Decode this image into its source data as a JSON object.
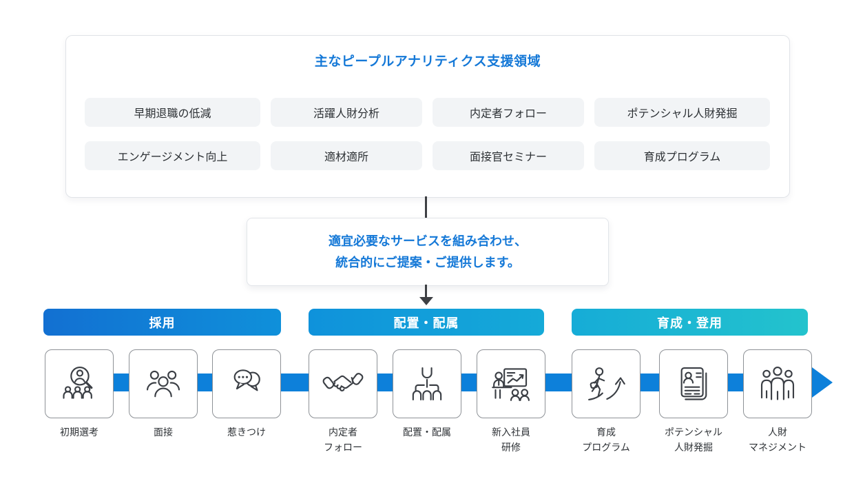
{
  "top_card": {
    "title": "主なピープルアナリティクス支援領域",
    "pills_row1": [
      "早期退職の低減",
      "活躍人財分析",
      "内定者フォロー",
      "ポテンシャル人財発掘"
    ],
    "pills_row2": [
      "エンゲージメント向上",
      "適材適所",
      "面接官セミナー",
      "育成プログラム"
    ]
  },
  "proposal_box": {
    "text": "適宜必要なサービスを組み合わせ、\n統合的にご提案・ご提供します。"
  },
  "phases": [
    {
      "label": "採用",
      "color_from": "#1270d2",
      "color_to": "#0f90da"
    },
    {
      "label": "配置・配属",
      "color_from": "#0f92db",
      "color_to": "#15aad8"
    },
    {
      "label": "育成・登用",
      "color_from": "#16acd7",
      "color_to": "#23c3cd"
    }
  ],
  "timeline": {
    "arrow_color": "#0d80da",
    "steps": [
      {
        "label": "初期選考",
        "icon": "candidate-screening-icon"
      },
      {
        "label": "面接",
        "icon": "interview-icon"
      },
      {
        "label": "惹きつけ",
        "icon": "speech-bubbles-icon"
      },
      {
        "label": "内定者\nフォロー",
        "icon": "handshake-icon"
      },
      {
        "label": "配置・配属",
        "icon": "org-chart-icon"
      },
      {
        "label": "新入社員\n研修",
        "icon": "training-presentation-icon"
      },
      {
        "label": "育成\nプログラム",
        "icon": "growth-path-icon"
      },
      {
        "label": "ポテンシャル\n人財発掘",
        "icon": "resume-discovery-icon"
      },
      {
        "label": "人財\nマネジメント",
        "icon": "people-management-icon"
      }
    ]
  },
  "colors": {
    "accent_blue": "#1478d7",
    "connector_dark": "#3e4044",
    "pill_bg": "#f2f4f6"
  }
}
